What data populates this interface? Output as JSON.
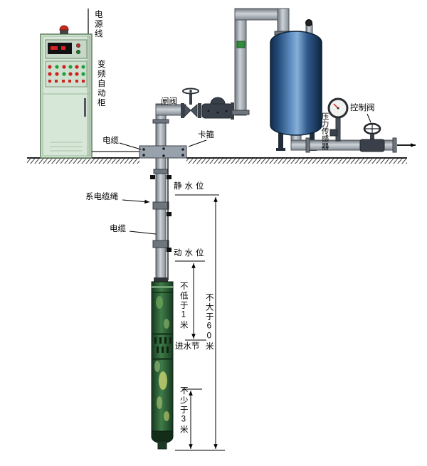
{
  "labels": {
    "power_line": "电源线",
    "vfd_cabinet": "变频自动柜",
    "gate_valve": "闸阀",
    "clamp": "卡箍",
    "cable_upper": "电缆",
    "cable_rope": "系电缆绳",
    "static_water_level": "静水位",
    "cable_lower": "电缆",
    "dynamic_water_level": "动水位",
    "min_1m": "不低于1米",
    "water_inlet": "进水节",
    "min_3m": "不少于3米",
    "max_60m": "不大于60米",
    "control_valve": "控制阀",
    "pressure_sensor": "压力传感器"
  },
  "colors": {
    "cabinet_green": "#d7e7d7",
    "tank_blue": "#3f6fa8",
    "pump_green": "#3f7c49",
    "pipe_gray": "#9aa1a8",
    "alarm_red": "#cc2a1e",
    "indicator_green": "#1f9e3c",
    "line_black": "#000000"
  },
  "icons": {
    "flow_arrow": "right-arrow",
    "pressure_gauge": "round-dial",
    "alarm_beacon": "red-dome-light"
  }
}
